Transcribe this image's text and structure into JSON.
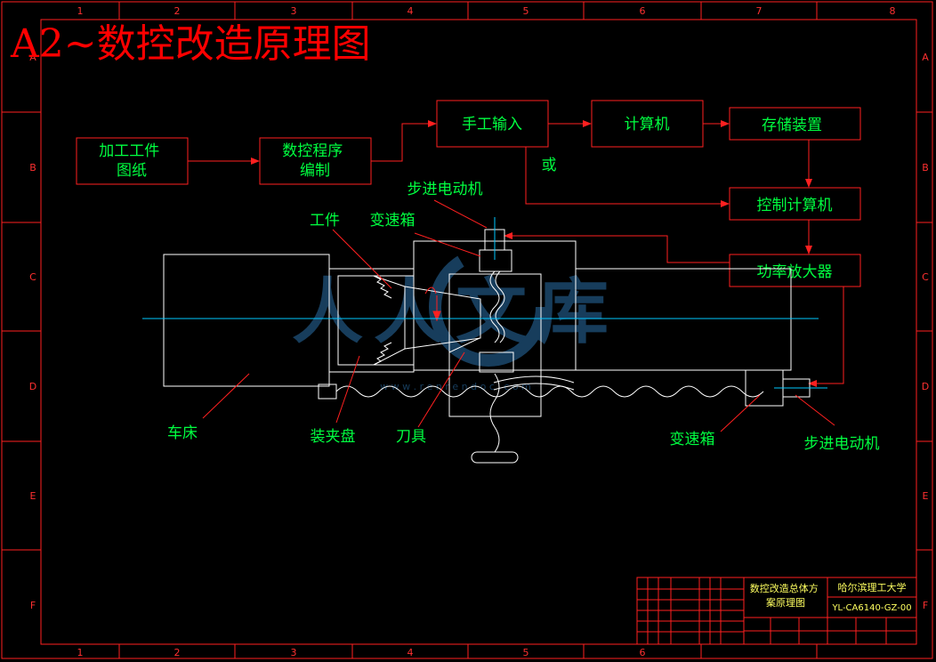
{
  "title": "A2~数控改造原理图",
  "colors": {
    "frame": "#ff2020",
    "box": "#ff2020",
    "text_green": "#00ff40",
    "line_white": "#ffffff",
    "axis_cyan": "#00c8ff",
    "title_red": "#ff0000",
    "title_yellow": "#ffff60",
    "watermark": "#2a6fa8"
  },
  "border": {
    "columns": [
      "1",
      "2",
      "3",
      "4",
      "5",
      "6",
      "7",
      "8"
    ],
    "rows": [
      "A",
      "B",
      "C",
      "D",
      "E",
      "F"
    ]
  },
  "flow_boxes": {
    "drawing": "加工工件\n图纸",
    "nc_program": "数控程序\n编制",
    "manual_input": "手工输入",
    "computer": "计算机",
    "storage": "存储装置",
    "control_computer": "控制计算机",
    "power_amp": "功率放大器"
  },
  "or_label": "或",
  "labels": {
    "stepper_top": "步进电动机",
    "workpiece": "工件",
    "gearbox_top": "变速箱",
    "lathe": "车床",
    "chuck": "装夹盘",
    "tool": "刀具",
    "gearbox_bottom": "变速箱",
    "stepper_bottom": "步进电动机"
  },
  "watermark": {
    "text": "人人文库",
    "url": "w w w . r e n r e n d o c . c o m"
  },
  "title_block": {
    "drawing_name": "数控改造总体方\n案原理图",
    "school": "哈尔滨理工大学",
    "drawing_no": "YL-CA6140-GZ-00"
  }
}
